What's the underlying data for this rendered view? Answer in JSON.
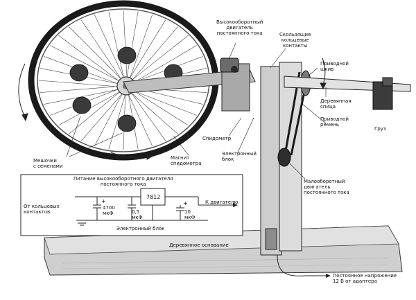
{
  "labels": {
    "high_speed_motor": "Высокооборотный\nдвигатель\nпостоянного тока",
    "slip_rings": "Скользящие\nкольцевые\nконтакты",
    "drive_pulley": "Приводной\nшкив",
    "wooden_spoke": "Деревянная\nспица",
    "drive_belt": "Приводной\nремень",
    "load": "Груз",
    "speedometer": "Спидометр",
    "electronic_unit_upper": "Электронный\nблок",
    "speedometer_magnet": "Магнит\nспидометра",
    "seed_bags": "Мешочки\nс семенами",
    "low_speed_motor": "Малооборотный\nдвигатель\nпостоянного тока",
    "wooden_base": "Деревянное основание",
    "dc_supply": "Постоянное напряжение\n12 В от адаптера"
  },
  "circuit": {
    "title": "Питание высокооборотного двигателя\nпостоянного тока",
    "regulator": "7812",
    "input_label": "От кольцевых\nконтактов",
    "output_label": "К двигателю",
    "cap1": "4700\nмкФ",
    "cap2": "0,5\nмкФ",
    "cap3": "10\nмкФ",
    "plus1": "+",
    "plus2": "+",
    "caption": "Электронный блок"
  },
  "colors": {
    "ink": "#1a1a1a",
    "wood": "#c9c9c9",
    "metal": "#9a9a9a",
    "tire": "#2a2a2a"
  }
}
